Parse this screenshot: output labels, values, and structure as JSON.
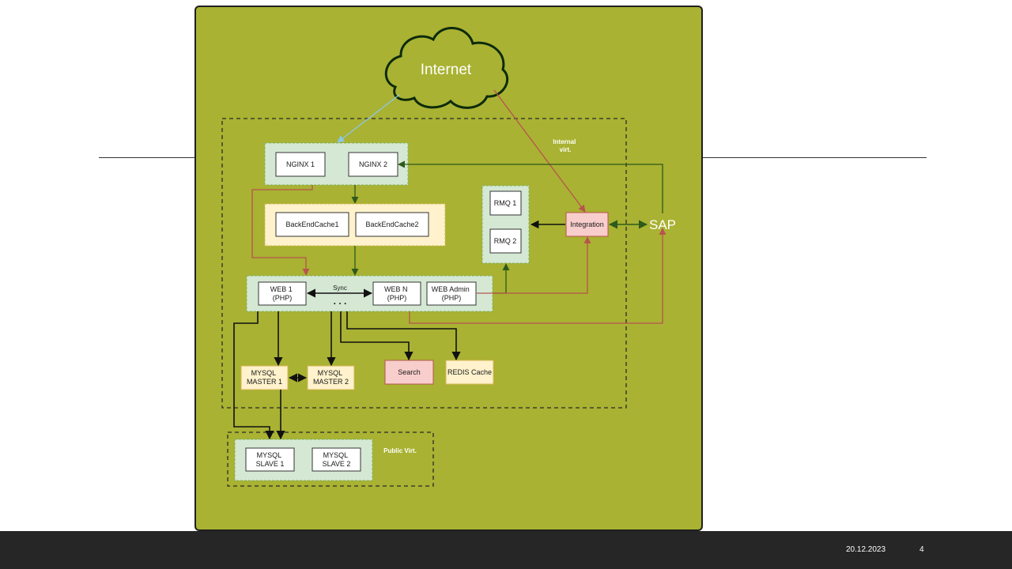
{
  "diagram": {
    "cloud_label": "Internet",
    "zone_internal_label": [
      "Internal",
      "virt."
    ],
    "zone_public_label": "Public Virt.",
    "nodes": {
      "nginx1": [
        "NGINX 1"
      ],
      "nginx2": [
        "NGINX 2"
      ],
      "backend1": [
        "BackEndCache1"
      ],
      "backend2": [
        "BackEndCache2"
      ],
      "rmq1": [
        "RMQ 1"
      ],
      "rmq2": [
        "RMQ 2"
      ],
      "integration": [
        "Integration"
      ],
      "sap": [
        "SAP"
      ],
      "web1": [
        "WEB 1",
        "(PHP)"
      ],
      "webn": [
        "WEB N",
        "(PHP)"
      ],
      "webadmin": [
        "WEB Admin",
        "(PHP)"
      ],
      "mysql_master1": [
        "MYSQL",
        "MASTER 1"
      ],
      "mysql_master2": [
        "MYSQL",
        "MASTER 2"
      ],
      "search": [
        "Search"
      ],
      "redis": [
        "REDIS Cache"
      ],
      "mysql_slave1": [
        "MYSQL",
        "SLAVE 1"
      ],
      "mysql_slave2": [
        "MYSQL",
        "SLAVE 2"
      ]
    },
    "sync_label": "Sync",
    "ellipsis": ". . .",
    "colors": {
      "panel": "#a9b232",
      "group_green": "#d5e8d4",
      "group_yellow": "#fff2cc",
      "node_pink": "#f8cecc",
      "arrow_green": "#2d5a1b",
      "arrow_red": "#b85450",
      "arrow_blue": "#8ec6e8"
    }
  },
  "footer": {
    "date": "20.12.2023",
    "page": "4"
  }
}
